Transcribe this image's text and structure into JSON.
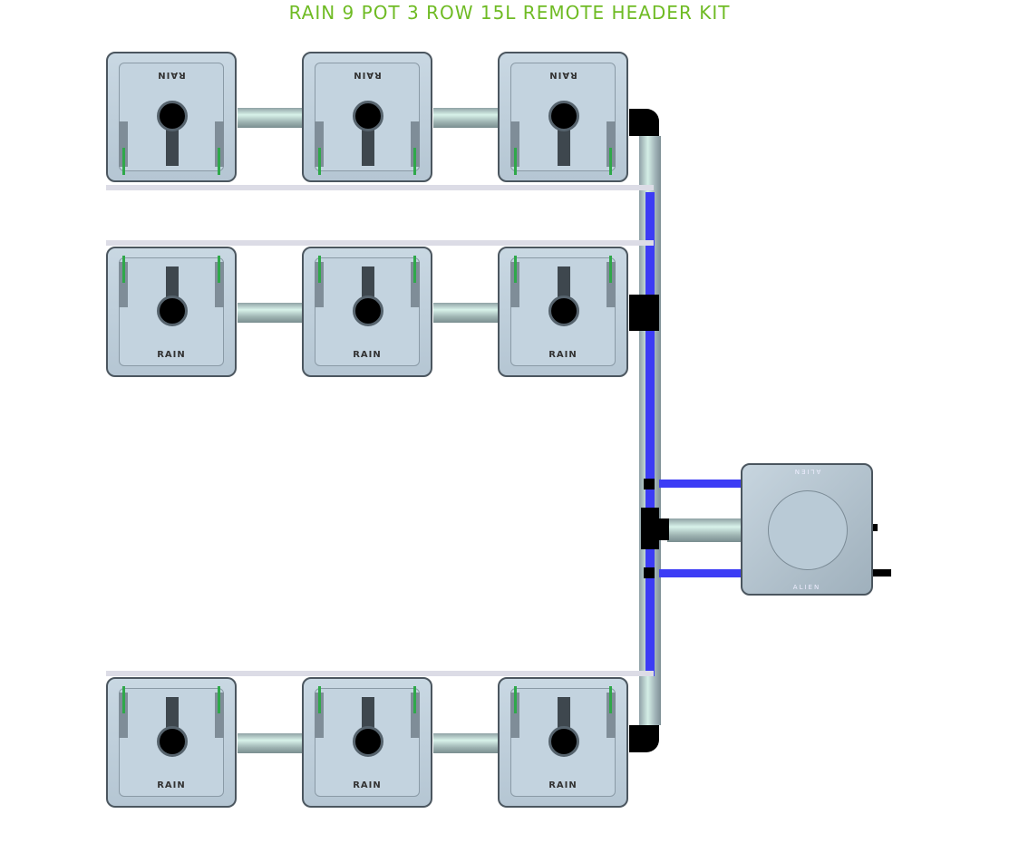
{
  "title": "RAIN 9 POT 3 ROW 15L REMOTE HEADER KIT",
  "pot_label": "RAIN",
  "tank_label": "ALIEN",
  "colors": {
    "title": "#6fbb24",
    "feed_line": "#3c3cf5",
    "drip_line": "#dcdce6",
    "fittings": "#000000"
  },
  "rows": [
    {
      "pots": 3,
      "orientation": "flipped"
    },
    {
      "pots": 3,
      "orientation": "normal"
    },
    {
      "pots": 3,
      "orientation": "normal"
    }
  ]
}
